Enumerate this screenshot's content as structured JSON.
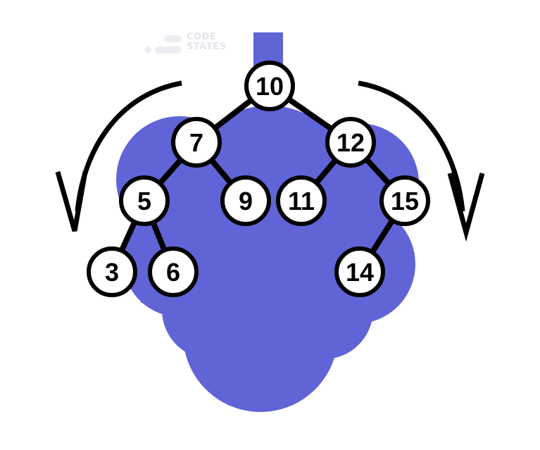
{
  "logo": {
    "line1": "CODE",
    "line2": "STATES",
    "color": "#e4e4ec"
  },
  "colors": {
    "blob": "#6064d6",
    "node_fill": "#ffffff",
    "stroke": "#000000"
  },
  "tree": {
    "nodes": [
      {
        "id": "n10",
        "label": "10"
      },
      {
        "id": "n7",
        "label": "7"
      },
      {
        "id": "n12",
        "label": "12"
      },
      {
        "id": "n5",
        "label": "5"
      },
      {
        "id": "n9",
        "label": "9"
      },
      {
        "id": "n11",
        "label": "11"
      },
      {
        "id": "n15",
        "label": "15"
      },
      {
        "id": "n3",
        "label": "3"
      },
      {
        "id": "n6",
        "label": "6"
      },
      {
        "id": "n14",
        "label": "14"
      }
    ],
    "edges": [
      [
        "n10",
        "n7"
      ],
      [
        "n10",
        "n12"
      ],
      [
        "n7",
        "n5"
      ],
      [
        "n7",
        "n9"
      ],
      [
        "n12",
        "n11"
      ],
      [
        "n12",
        "n15"
      ],
      [
        "n5",
        "n3"
      ],
      [
        "n5",
        "n6"
      ],
      [
        "n15",
        "n14"
      ]
    ]
  },
  "arrows": [
    {
      "side": "left",
      "icon": "counterclockwise-arrow-icon"
    },
    {
      "side": "right",
      "icon": "clockwise-arrow-icon"
    }
  ]
}
